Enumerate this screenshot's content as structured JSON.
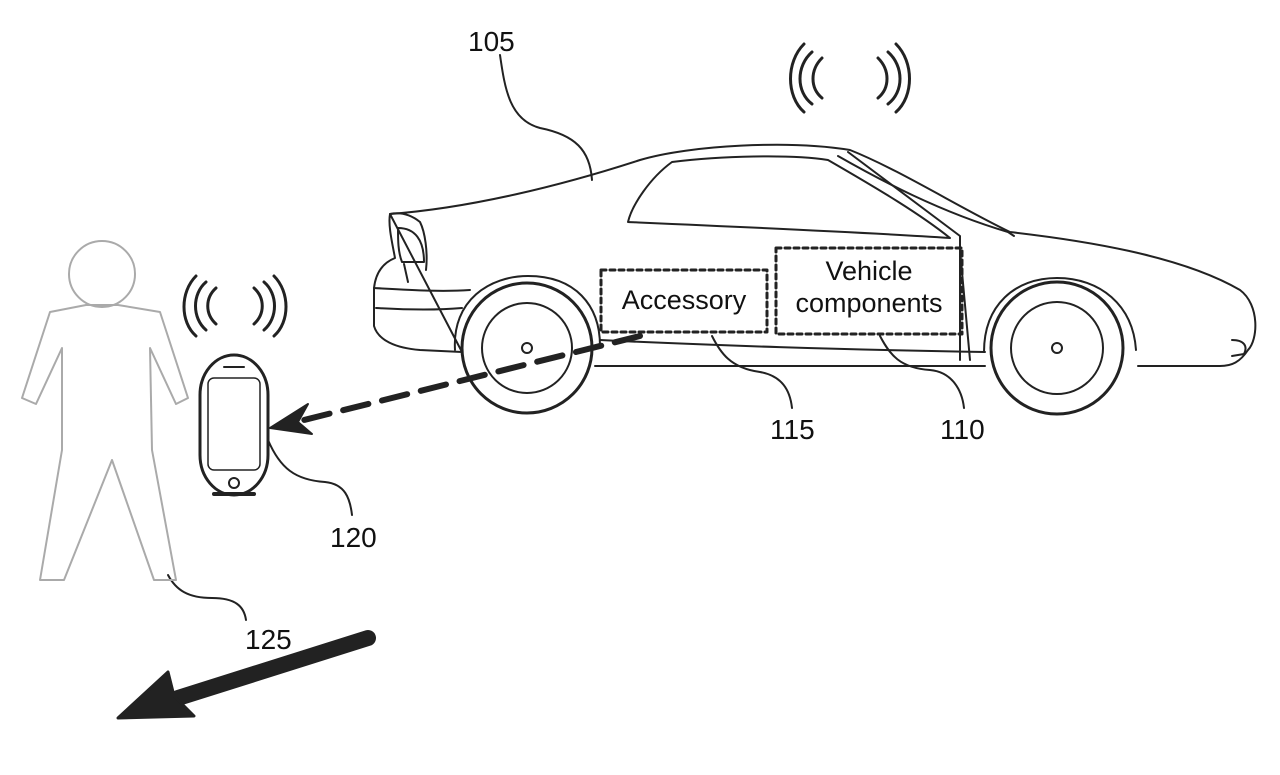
{
  "figure": {
    "ref_vehicle": "105",
    "ref_components": "110",
    "ref_accessory": "115",
    "ref_device": "120",
    "ref_user": "125",
    "accessory_label": "Accessory",
    "components_line1": "Vehicle",
    "components_line2": "components"
  },
  "colors": {
    "ink": "#111111",
    "background": "#ffffff"
  }
}
